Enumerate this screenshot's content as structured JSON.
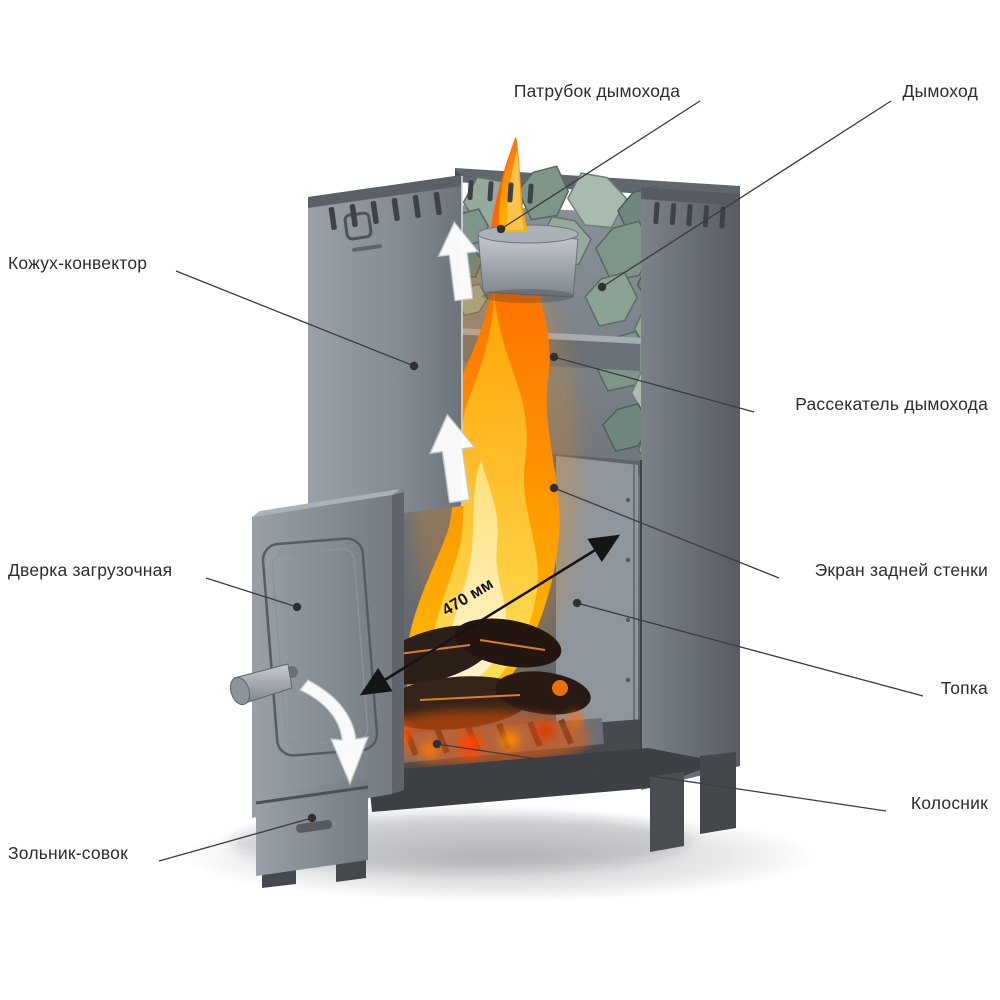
{
  "diagram": {
    "dimension_label": "470 мм",
    "labels": {
      "chimney_pipe": "Патрубок дымохода",
      "chimney": "Дымоход",
      "convector_casing": "Кожух-конвектор",
      "smoke_diffuser": "Рассекатель дымохода",
      "loading_door": "Дверка загрузочная",
      "rear_wall_screen": "Экран задней стенки",
      "firebox": "Топка",
      "grate": "Колосник",
      "ash_pan": "Зольник-совок"
    }
  }
}
